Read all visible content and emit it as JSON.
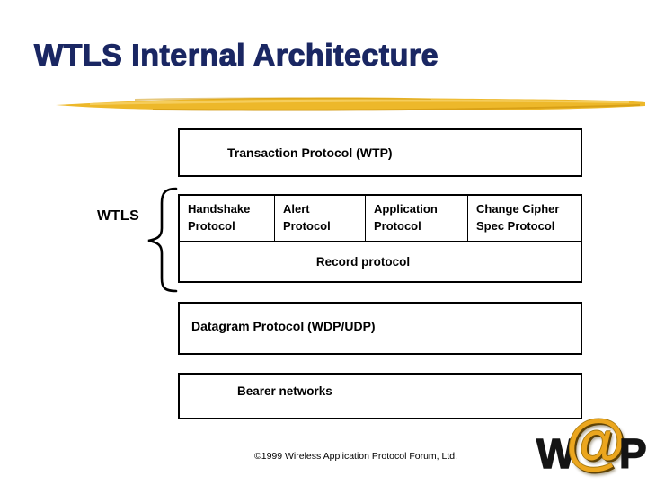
{
  "title": "WTLS Internal Architecture",
  "diagram": {
    "transaction": "Transaction Protocol (WTP)",
    "wtls_label": "WTLS",
    "protocol_cells": [
      {
        "label": "Handshake\nProtocol"
      },
      {
        "label": "Alert\nProtocol"
      },
      {
        "label": "Application\nProtocol"
      },
      {
        "label": "Change Cipher\nSpec Protocol"
      }
    ],
    "record": "Record protocol",
    "datagram": "Datagram Protocol (WDP/UDP)",
    "bearer": "Bearer networks"
  },
  "footer": "©1999 Wireless Application Protocol Forum, Ltd.",
  "logo": {
    "w": "W",
    "at": "@",
    "p": "P"
  },
  "colors": {
    "title_color": "#1a2763",
    "brush_gold": "#edb82a",
    "brush_dark": "#d29a12",
    "brush_light": "#f6d064",
    "logo_gold": "#eba61e",
    "logo_dark": "#5f4307",
    "box_border": "#000000",
    "ink": "#000000"
  }
}
